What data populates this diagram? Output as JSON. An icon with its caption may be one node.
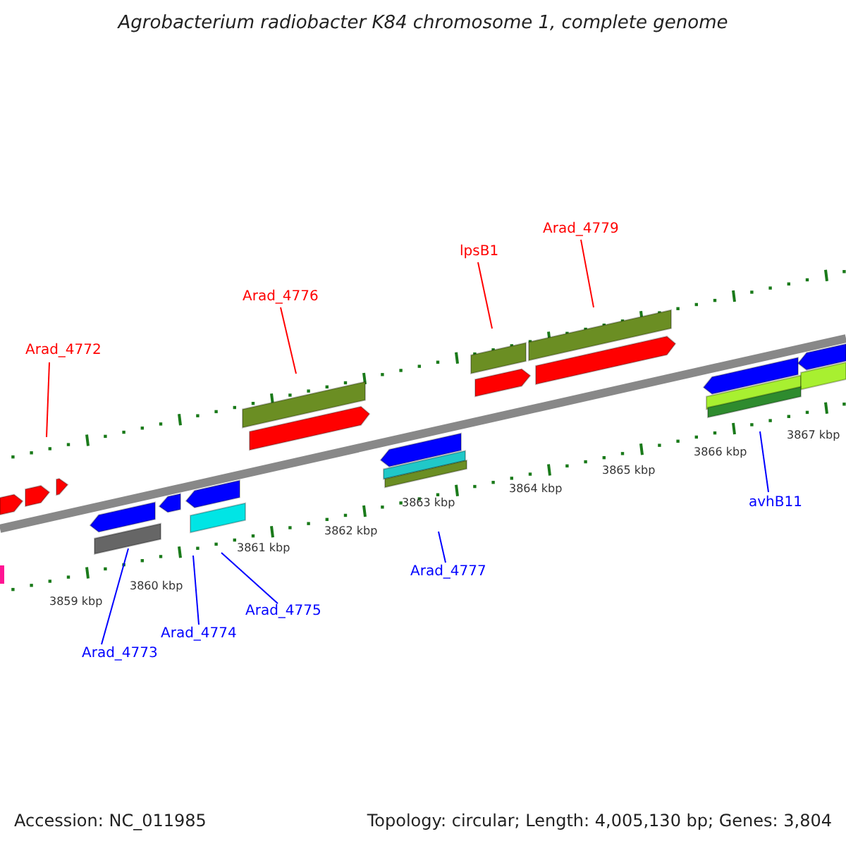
{
  "diagram": {
    "title": "Agrobacterium radiobacter K84 chromosome 1, complete genome",
    "nodes": [
      {
        "text": [
          "Arad_4772"
        ]
      },
      {
        "text": [
          "Arad_4776"
        ]
      },
      {
        "text": [
          "lpsB1"
        ]
      },
      {
        "text": [
          "Arad_4779"
        ]
      },
      {
        "text": [
          "Arad_4773"
        ]
      },
      {
        "text": [
          "Arad_4774"
        ]
      },
      {
        "text": [
          "Arad_4775"
        ]
      },
      {
        "text": [
          "Arad_4777"
        ]
      },
      {
        "text": [
          "avhB11"
        ]
      }
    ],
    "edges": [
      {
        "from": 0,
        "to": null,
        "arrow": "none",
        "color": "#ff0000"
      },
      {
        "from": 1,
        "to": null,
        "arrow": "none",
        "color": "#ff0000"
      },
      {
        "from": 2,
        "to": null,
        "arrow": "none",
        "color": "#ff0000"
      },
      {
        "from": 3,
        "to": null,
        "arrow": "none",
        "color": "#ff0000"
      },
      {
        "from": 4,
        "to": null,
        "arrow": "none"
      },
      {
        "from": 5,
        "to": null,
        "arrow": "none"
      },
      {
        "from": 6,
        "to": null,
        "arrow": "none"
      },
      {
        "from": 7,
        "to": null,
        "arrow": "none"
      },
      {
        "from": 8,
        "to": null,
        "arrow": "none"
      }
    ],
    "labels": [
      "3859 kbp",
      "3860 kbp",
      "3861 kbp",
      "3862 kbp",
      "3863 kbp",
      "3864 kbp",
      "3865 kbp",
      "3866 kbp",
      "3867 kbp",
      "Accession: NC_011985",
      "Topology: circular; Length: 4,005,130 bp; Genes: 3,804"
    ]
  }
}
